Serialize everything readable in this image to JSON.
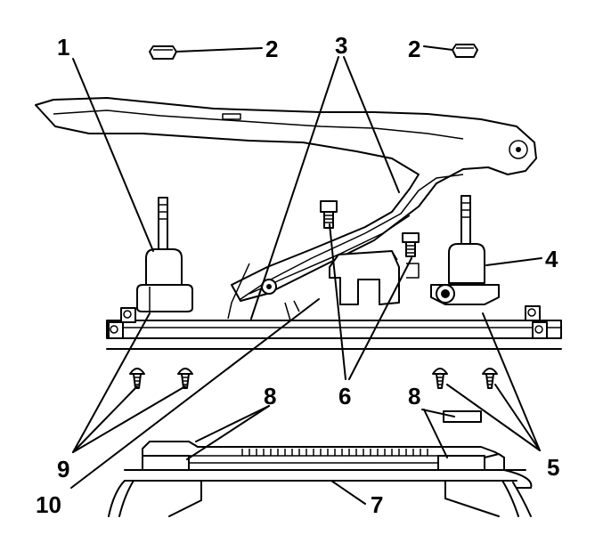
{
  "callouts": {
    "c1": "1",
    "c2a": "2",
    "c2b": "2",
    "c3": "3",
    "c4": "4",
    "c5": "5",
    "c6": "6",
    "c7": "7",
    "c8a": "8",
    "c8b": "8",
    "c9": "9",
    "c10": "10"
  }
}
